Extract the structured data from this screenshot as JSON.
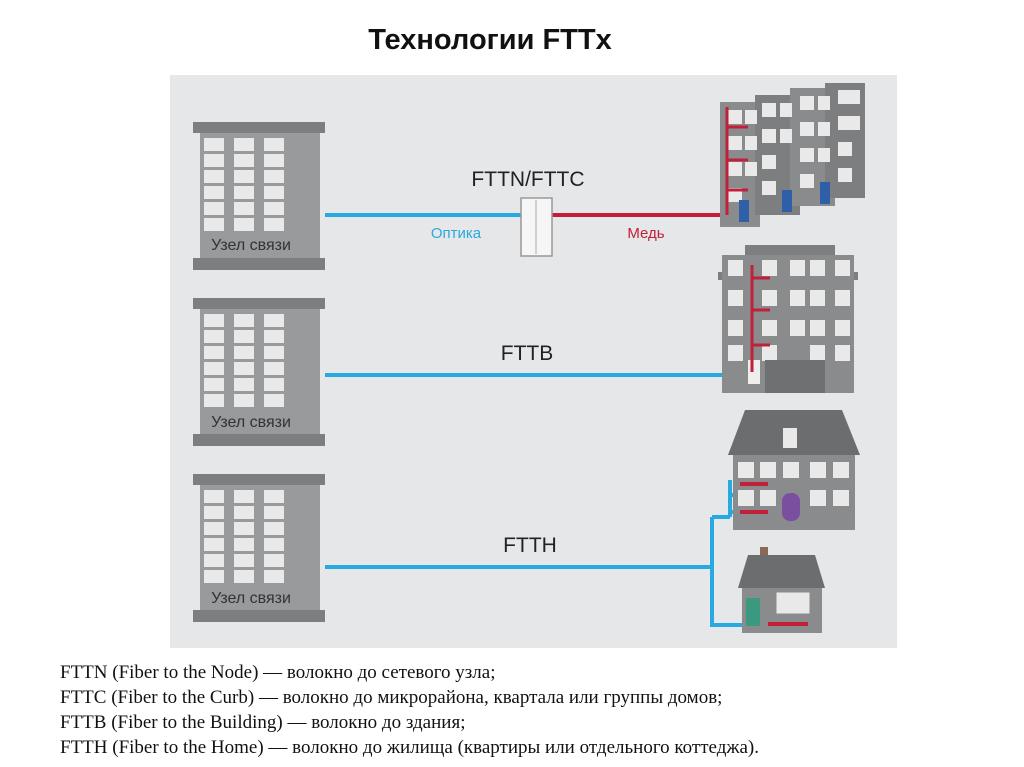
{
  "title": "Технологии FTTx",
  "diagram": {
    "node_label": "Узел связи",
    "rows": [
      {
        "tech": "FTTN/FTTC",
        "optics_label": "Оптика",
        "copper_label": "Медь"
      },
      {
        "tech": "FTTB"
      },
      {
        "tech": "FTTH"
      }
    ],
    "colors": {
      "panel": "#e6e7e8",
      "fiber": "#29a9e1",
      "copper": "#c0203a",
      "building": "#8a8b8d",
      "window": "#e9e9ea"
    }
  },
  "legend": [
    "FTTN (Fiber to the Node) — волокно до сетевого узла;",
    "FTTC (Fiber to the Curb) — волокно до микрорайона, квартала или группы домов;",
    "FTTB (Fiber to the Building) — волокно до здания;",
    "FTTH (Fiber to the Home) — волокно до жилища (квартиры или отдельного коттеджа)."
  ]
}
